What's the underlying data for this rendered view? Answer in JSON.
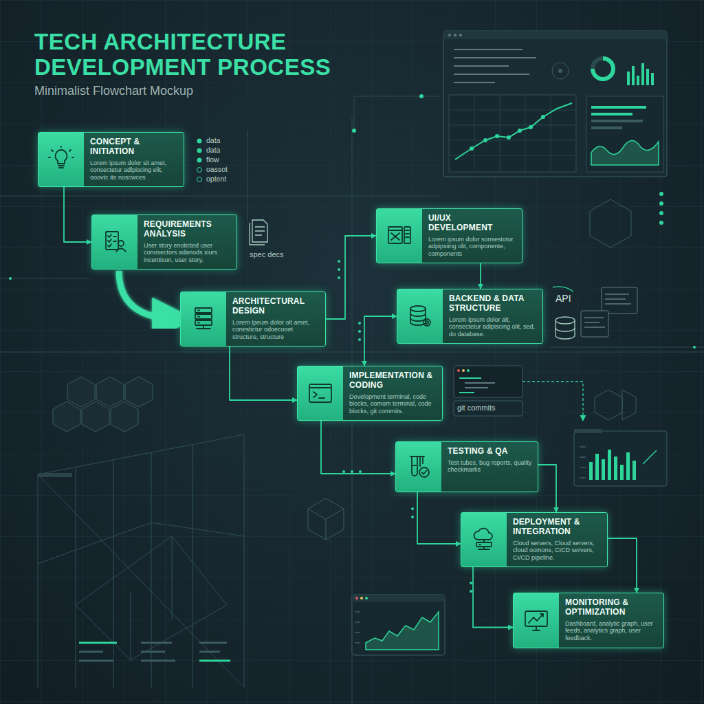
{
  "diagram": {
    "title": "TECH ARCHITECTURE DEVELOPMENT PROCESS",
    "nodes": [
      {
        "text": [
          "CONCEPT & INITIATION",
          "Lorem ipsum dolor sit amet, consectetur adlpiscing elit, ooovtc ite noscwces"
        ]
      },
      {
        "text": [
          "REQUIREMENTS ANALYSIS",
          "User story enoticted user conosectors adanods xiurs incentison, user story."
        ]
      },
      {
        "text": [
          "UI/UX DEVELOPMENT",
          "Lorem ipsum dolor sonsestotor adpipsiing olit, componente, components"
        ]
      },
      {
        "text": [
          "ARCHITECTURAL DESIGN",
          "Lorem lpeum dolor olt amet, conestictur odoecooet structure, structure"
        ]
      },
      {
        "text": [
          "BACKEND & DATA STRUCTURE",
          "Lorem ipsum dolor alt, consectetur adipiscing olit, sed, do database."
        ]
      },
      {
        "text": [
          "IMPLEMENTATION & CODING",
          "Development terminal, code blocks, oomom terminal, code blocks, git commits."
        ]
      },
      {
        "text": [
          "TESTING & QA",
          "Test tubes, bug reports, quality checkmarks"
        ]
      },
      {
        "text": [
          "DEPLOYMENT & INTEGRATION",
          "Cloud servers, Cloud servers, cloud oomons, CICD servers, CI/CD pipeline."
        ]
      },
      {
        "text": [
          "MONITORING & OPTIMIZATION",
          "Dashboard, analytic graph, user feeds, analytics graph, user feedback."
        ]
      }
    ],
    "edges": [
      {
        "from": 0,
        "to": 1,
        "arrow": "to"
      },
      {
        "from": 1,
        "to": 3,
        "arrow": "to"
      },
      {
        "from": 3,
        "to": 2,
        "arrow": "to"
      },
      {
        "from": 2,
        "to": 4,
        "arrow": "to"
      },
      {
        "from": 4,
        "to": 5,
        "arrow": "both"
      },
      {
        "from": 3,
        "to": 5,
        "arrow": "to"
      },
      {
        "from": 5,
        "to": 6,
        "arrow": "to"
      },
      {
        "from": 6,
        "to": 7,
        "arrow": "to"
      },
      {
        "from": 6,
        "to": 7,
        "arrow": "to"
      },
      {
        "from": 7,
        "to": 8,
        "arrow": "to"
      },
      {
        "from": 7,
        "to": 8,
        "arrow": "to"
      }
    ],
    "labels": [
      "Minimalist Flowchart Mockup",
      "data",
      "data",
      "flow",
      "oassot",
      "optent",
      "spec decs",
      "API",
      "git commits"
    ]
  }
}
